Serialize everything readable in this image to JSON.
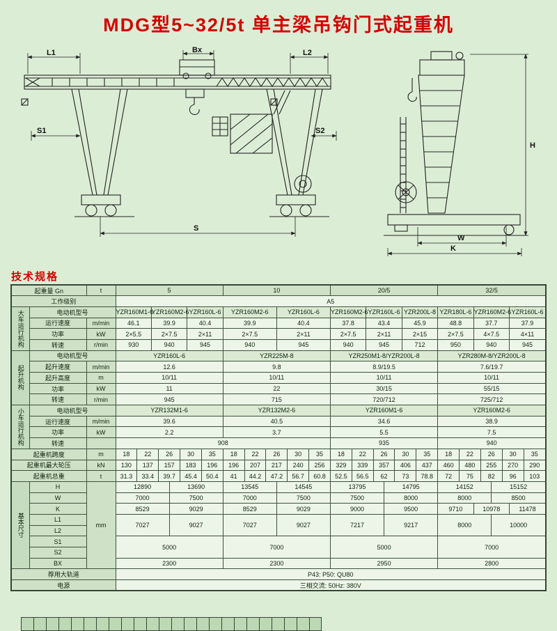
{
  "title": "MDG型5~32/5t 单主梁吊钩门式起重机",
  "section_heading": "技术规格",
  "colors": {
    "title_red": "#d40000",
    "background_green": "#dcedd6"
  },
  "drawing": {
    "labels": {
      "L1": "L1",
      "Bx": "Bx",
      "L2": "L2",
      "S1": "S1",
      "S2": "S2",
      "S": "S",
      "H": "H",
      "W": "W",
      "K": "K"
    }
  },
  "table": {
    "capacity": {
      "label": "起重量 Gn",
      "unit": "t",
      "values": [
        "5",
        "10",
        "20/5",
        "32/5"
      ]
    },
    "duty": {
      "label": "工作级别",
      "value": "A5"
    },
    "gantry": {
      "group": "大车运行机构",
      "motor": {
        "label": "电动机型号",
        "values": [
          "YZR160M1-6",
          "YZR160M2-6",
          "YZR160L-6",
          "YZR160M2-6",
          "YZR160L-6",
          "YZR160M2-6",
          "YZR160L-6",
          "YZR200L-8",
          "YZR180L-6",
          "YZR160M2-6",
          "YZR160L-6"
        ]
      },
      "speed": {
        "label": "运行速度",
        "unit": "m/min",
        "values": [
          "46.1",
          "39.9",
          "40.4",
          "39.9",
          "40.4",
          "37.8",
          "43.4",
          "45.9",
          "48.8",
          "37.7",
          "37.9"
        ]
      },
      "power": {
        "label": "功率",
        "unit": "kW",
        "values": [
          "2×5.5",
          "2×7.5",
          "2×11",
          "2×7.5",
          "2×11",
          "2×7.5",
          "2×11",
          "2×15",
          "2×7.5",
          "4×7.5",
          "4×11"
        ]
      },
      "rpm": {
        "label": "转速",
        "unit": "r/min",
        "values": [
          "930",
          "940",
          "945",
          "940",
          "945",
          "940",
          "945",
          "712",
          "950",
          "940",
          "945"
        ]
      }
    },
    "hoist": {
      "group": "起升机构",
      "motor": {
        "label": "电动机型号",
        "values": [
          "YZR160L-6",
          "YZR225M-8",
          "YZR250M1-8/YZR200L-8",
          "YZR280M-8/YZR200L-8"
        ]
      },
      "speed": {
        "label": "起升速度",
        "unit": "m/min",
        "values": [
          "12.6",
          "9.8",
          "8.9/19.5",
          "7.6/19.7"
        ]
      },
      "height": {
        "label": "起升高度",
        "unit": "m",
        "values": [
          "10/11",
          "10/11",
          "10/11",
          "10/11"
        ]
      },
      "power": {
        "label": "功率",
        "unit": "kW",
        "values": [
          "11",
          "22",
          "30/15",
          "55/15"
        ]
      },
      "rpm": {
        "label": "转速",
        "unit": "r/min",
        "values": [
          "945",
          "715",
          "720/712",
          "725/712"
        ]
      }
    },
    "trolley": {
      "group": "小车运行机构",
      "motor": {
        "label": "电动机型号",
        "values": [
          "YZR132M1-6",
          "YZR132M2-6",
          "YZR160M1-6",
          "YZR160M2-6"
        ]
      },
      "speed": {
        "label": "运行速度",
        "unit": "m/min",
        "values": [
          "39.6",
          "40.5",
          "34.6",
          "38.9"
        ]
      },
      "power": {
        "label": "功率",
        "unit": "kW",
        "values": [
          "2.2",
          "3.7",
          "5.5",
          "7.5"
        ]
      },
      "rpm": {
        "label": "转速",
        "unit": "",
        "values": [
          "908",
          "935",
          "940"
        ]
      }
    },
    "span": {
      "label": "起重机跨度",
      "unit": "m",
      "values": [
        "18",
        "22",
        "26",
        "30",
        "35",
        "18",
        "22",
        "26",
        "30",
        "35",
        "18",
        "22",
        "26",
        "30",
        "35",
        "18",
        "22",
        "26",
        "30",
        "35"
      ]
    },
    "wheel_pressure": {
      "label": "起重机最大轮压",
      "unit": "kN",
      "values": [
        "130",
        "137",
        "157",
        "183",
        "196",
        "196",
        "207",
        "217",
        "240",
        "256",
        "329",
        "339",
        "357",
        "406",
        "437",
        "460",
        "480",
        "255",
        "270",
        "290"
      ]
    },
    "total_weight": {
      "label": "起重机总重",
      "unit": "t",
      "values": [
        "31.3",
        "33.4",
        "39.7",
        "45.4",
        "50.4",
        "41",
        "44.2",
        "47.2",
        "56.7",
        "60.8",
        "52.5",
        "56.5",
        "62",
        "73",
        "78.8",
        "72",
        "75",
        "82",
        "96",
        "103"
      ]
    },
    "dims": {
      "group": "基本尺寸",
      "unit": "mm",
      "H": {
        "label": "H",
        "values": [
          "12890",
          "13690",
          "13545",
          "14545",
          "13795",
          "14795",
          "14152",
          "15152"
        ]
      },
      "W": {
        "label": "W",
        "values": [
          "7000",
          "7500",
          "7000",
          "7500",
          "7500",
          "8000",
          "8000",
          "8500"
        ]
      },
      "K": {
        "label": "K",
        "values": [
          "8529",
          "9029",
          "8529",
          "9029",
          "9000",
          "9500",
          "9710",
          "10978",
          "11478"
        ]
      },
      "L1": {
        "label": "L1",
        "values": [
          "7027",
          "9027",
          "7027",
          "9027",
          "7217",
          "9217",
          "8000",
          "10000"
        ]
      },
      "L2": {
        "label": "L2"
      },
      "S1": {
        "label": "S1",
        "values": [
          "5000",
          "7000",
          "5000",
          "7000"
        ]
      },
      "S2": {
        "label": "S2"
      },
      "BX": {
        "label": "BX",
        "values": [
          "2300",
          "2300",
          "2950",
          "2800"
        ]
      }
    },
    "rail": {
      "label": "荐用大轨道",
      "value": "P43:    P50:    QU80"
    },
    "power_supply": {
      "label": "电源",
      "value": "三相交流:    50Hz:    380V"
    }
  }
}
